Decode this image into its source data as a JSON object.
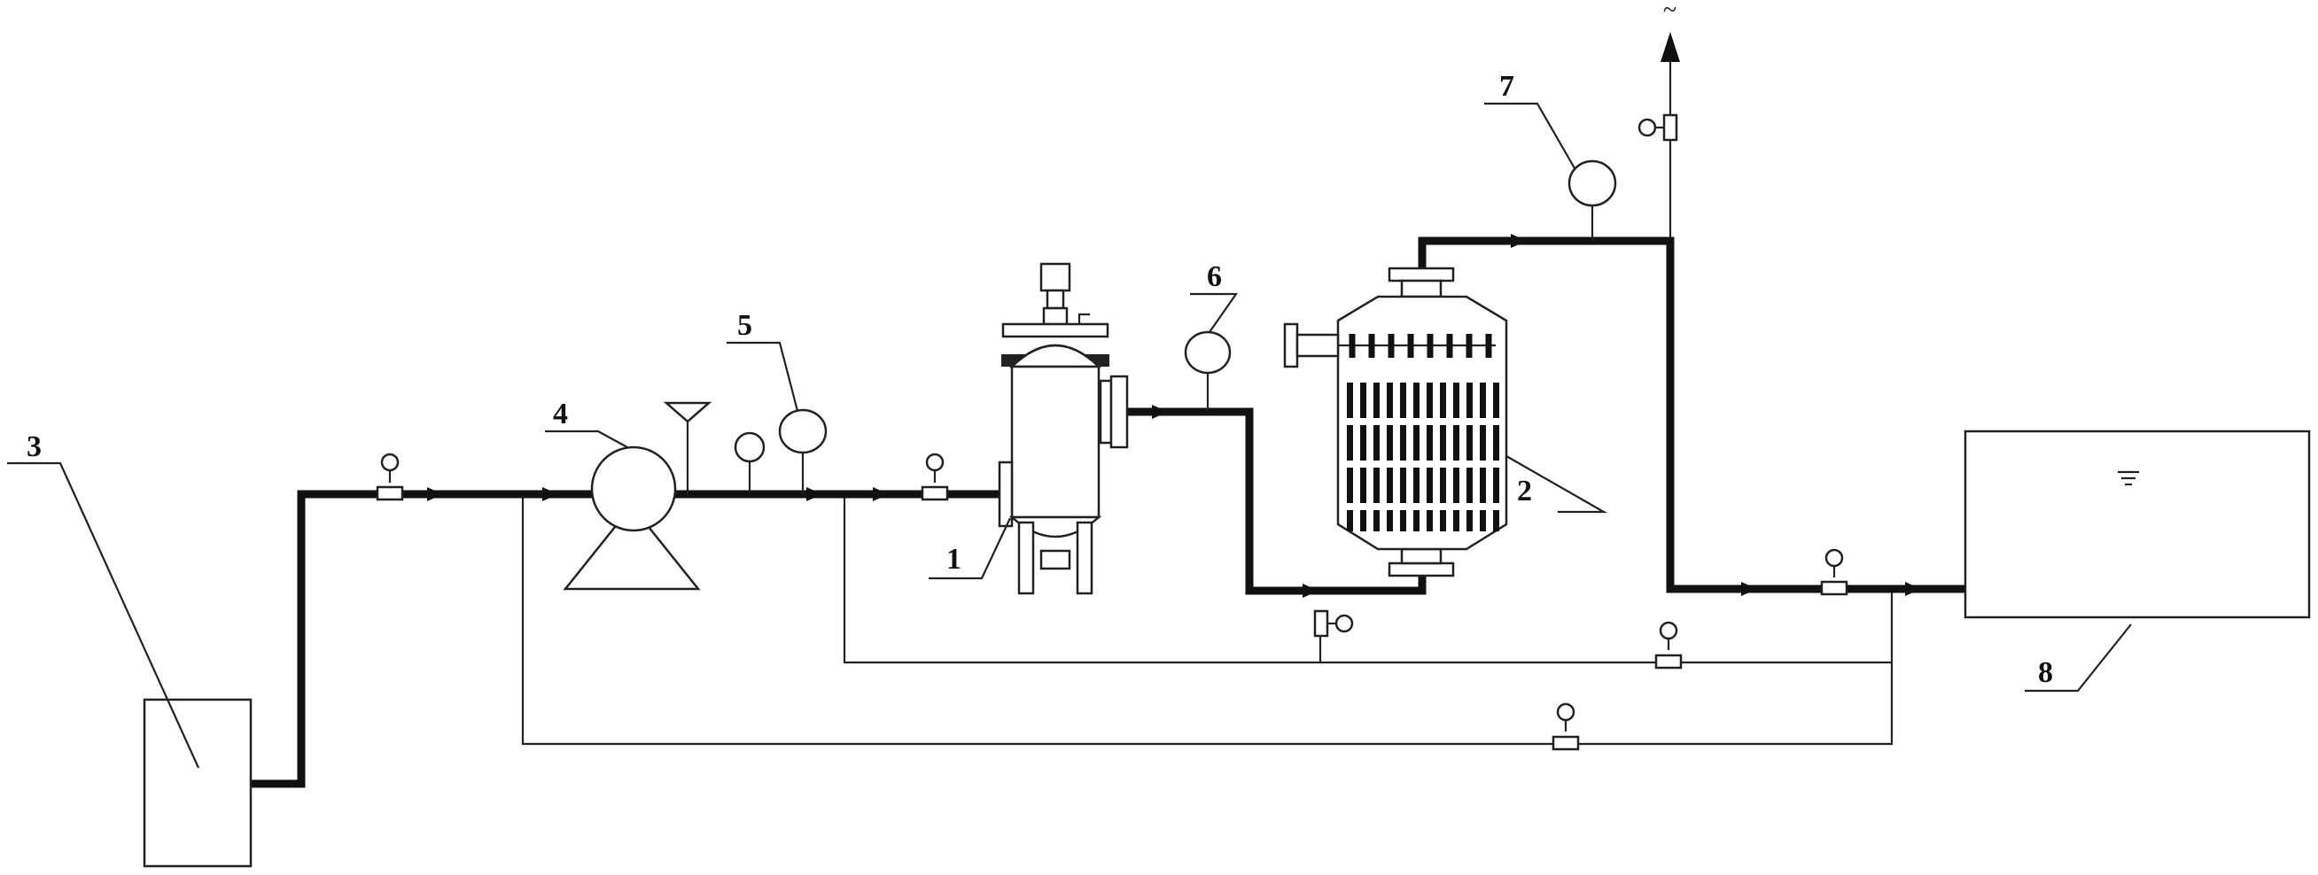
{
  "labels": {
    "filter": "1",
    "reactor": "2",
    "source_tank": "3",
    "pump": "4",
    "gauge_pump": "5",
    "gauge_reactor": "6",
    "gauge_outlet": "7",
    "receiving_tank": "8"
  },
  "vent_symbol": "~"
}
